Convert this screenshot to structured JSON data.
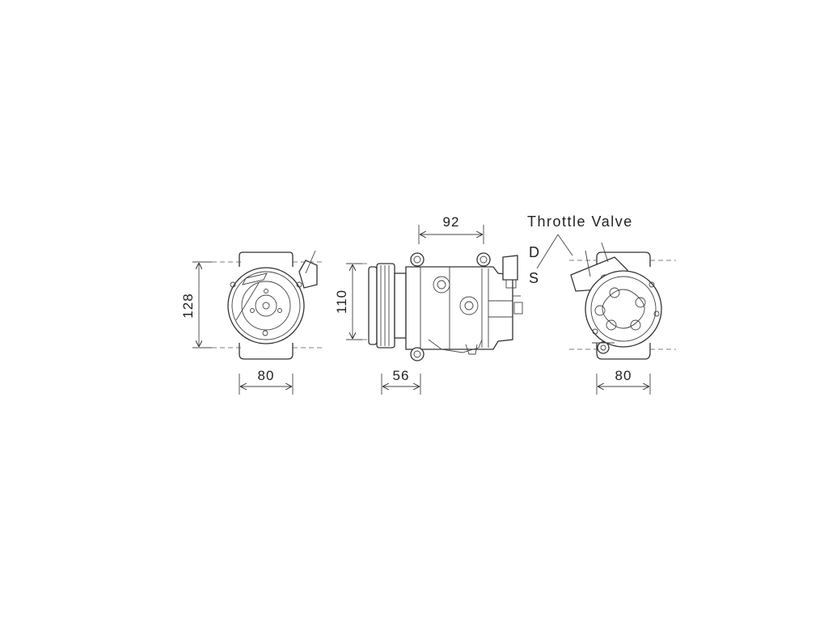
{
  "dimensions": {
    "front_height": "128",
    "front_width": "80",
    "side_length": "92",
    "side_height": "110",
    "side_clutch": "56",
    "rear_width": "80"
  },
  "labels": {
    "throttle_valve": "Throttle Valve",
    "discharge": "D",
    "suction": "S"
  },
  "colors": {
    "line": "#333333",
    "background": "#ffffff"
  }
}
